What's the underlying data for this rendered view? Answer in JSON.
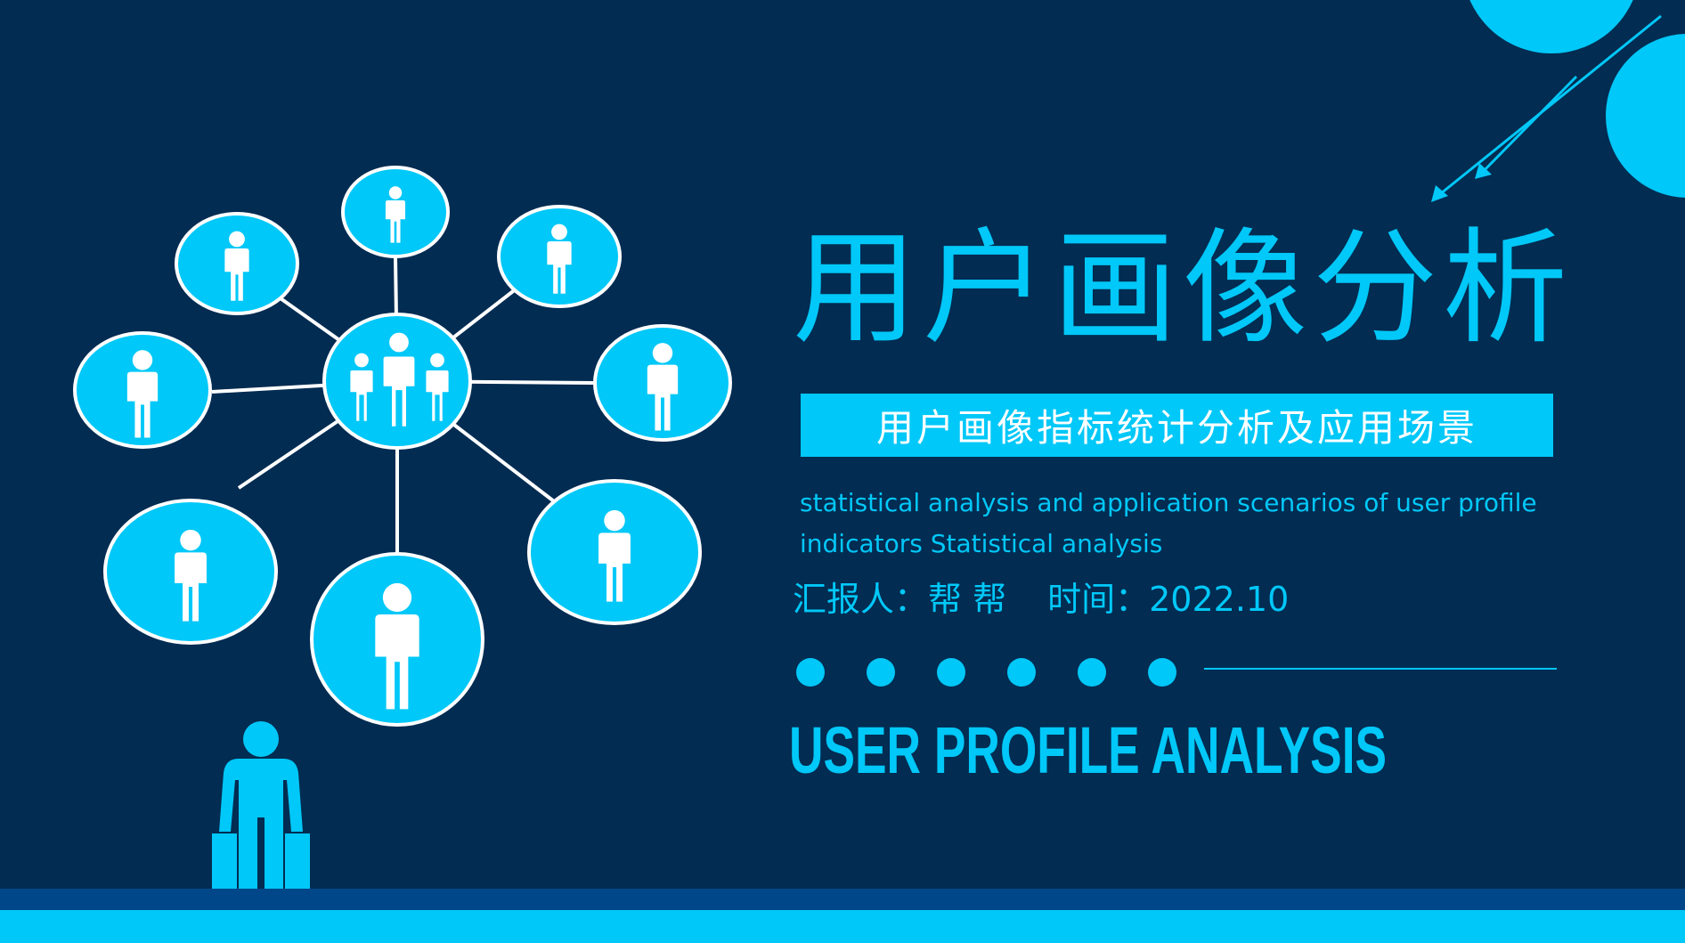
{
  "slide": {
    "title": "用户画像分析",
    "subtitle": "用户画像指标统计分析及应用场景",
    "description": "statistical analysis and application scenarios of user profile indicators Statistical analysis",
    "reporter_label": "汇报人：",
    "reporter_name": "帮 帮",
    "time_label": "时间：",
    "time_value": "2022.10",
    "english_title": "USER PROFILE ANALYSIS"
  },
  "colors": {
    "background": "#022c52",
    "accent": "#00c8f8",
    "text_light": "#ffffff",
    "footer_dark": "#00478a"
  },
  "icons": {
    "network": "user-network-icon",
    "group": "group-people-icon",
    "person": "person-icon",
    "standing_person": "person-with-bags-icon"
  }
}
